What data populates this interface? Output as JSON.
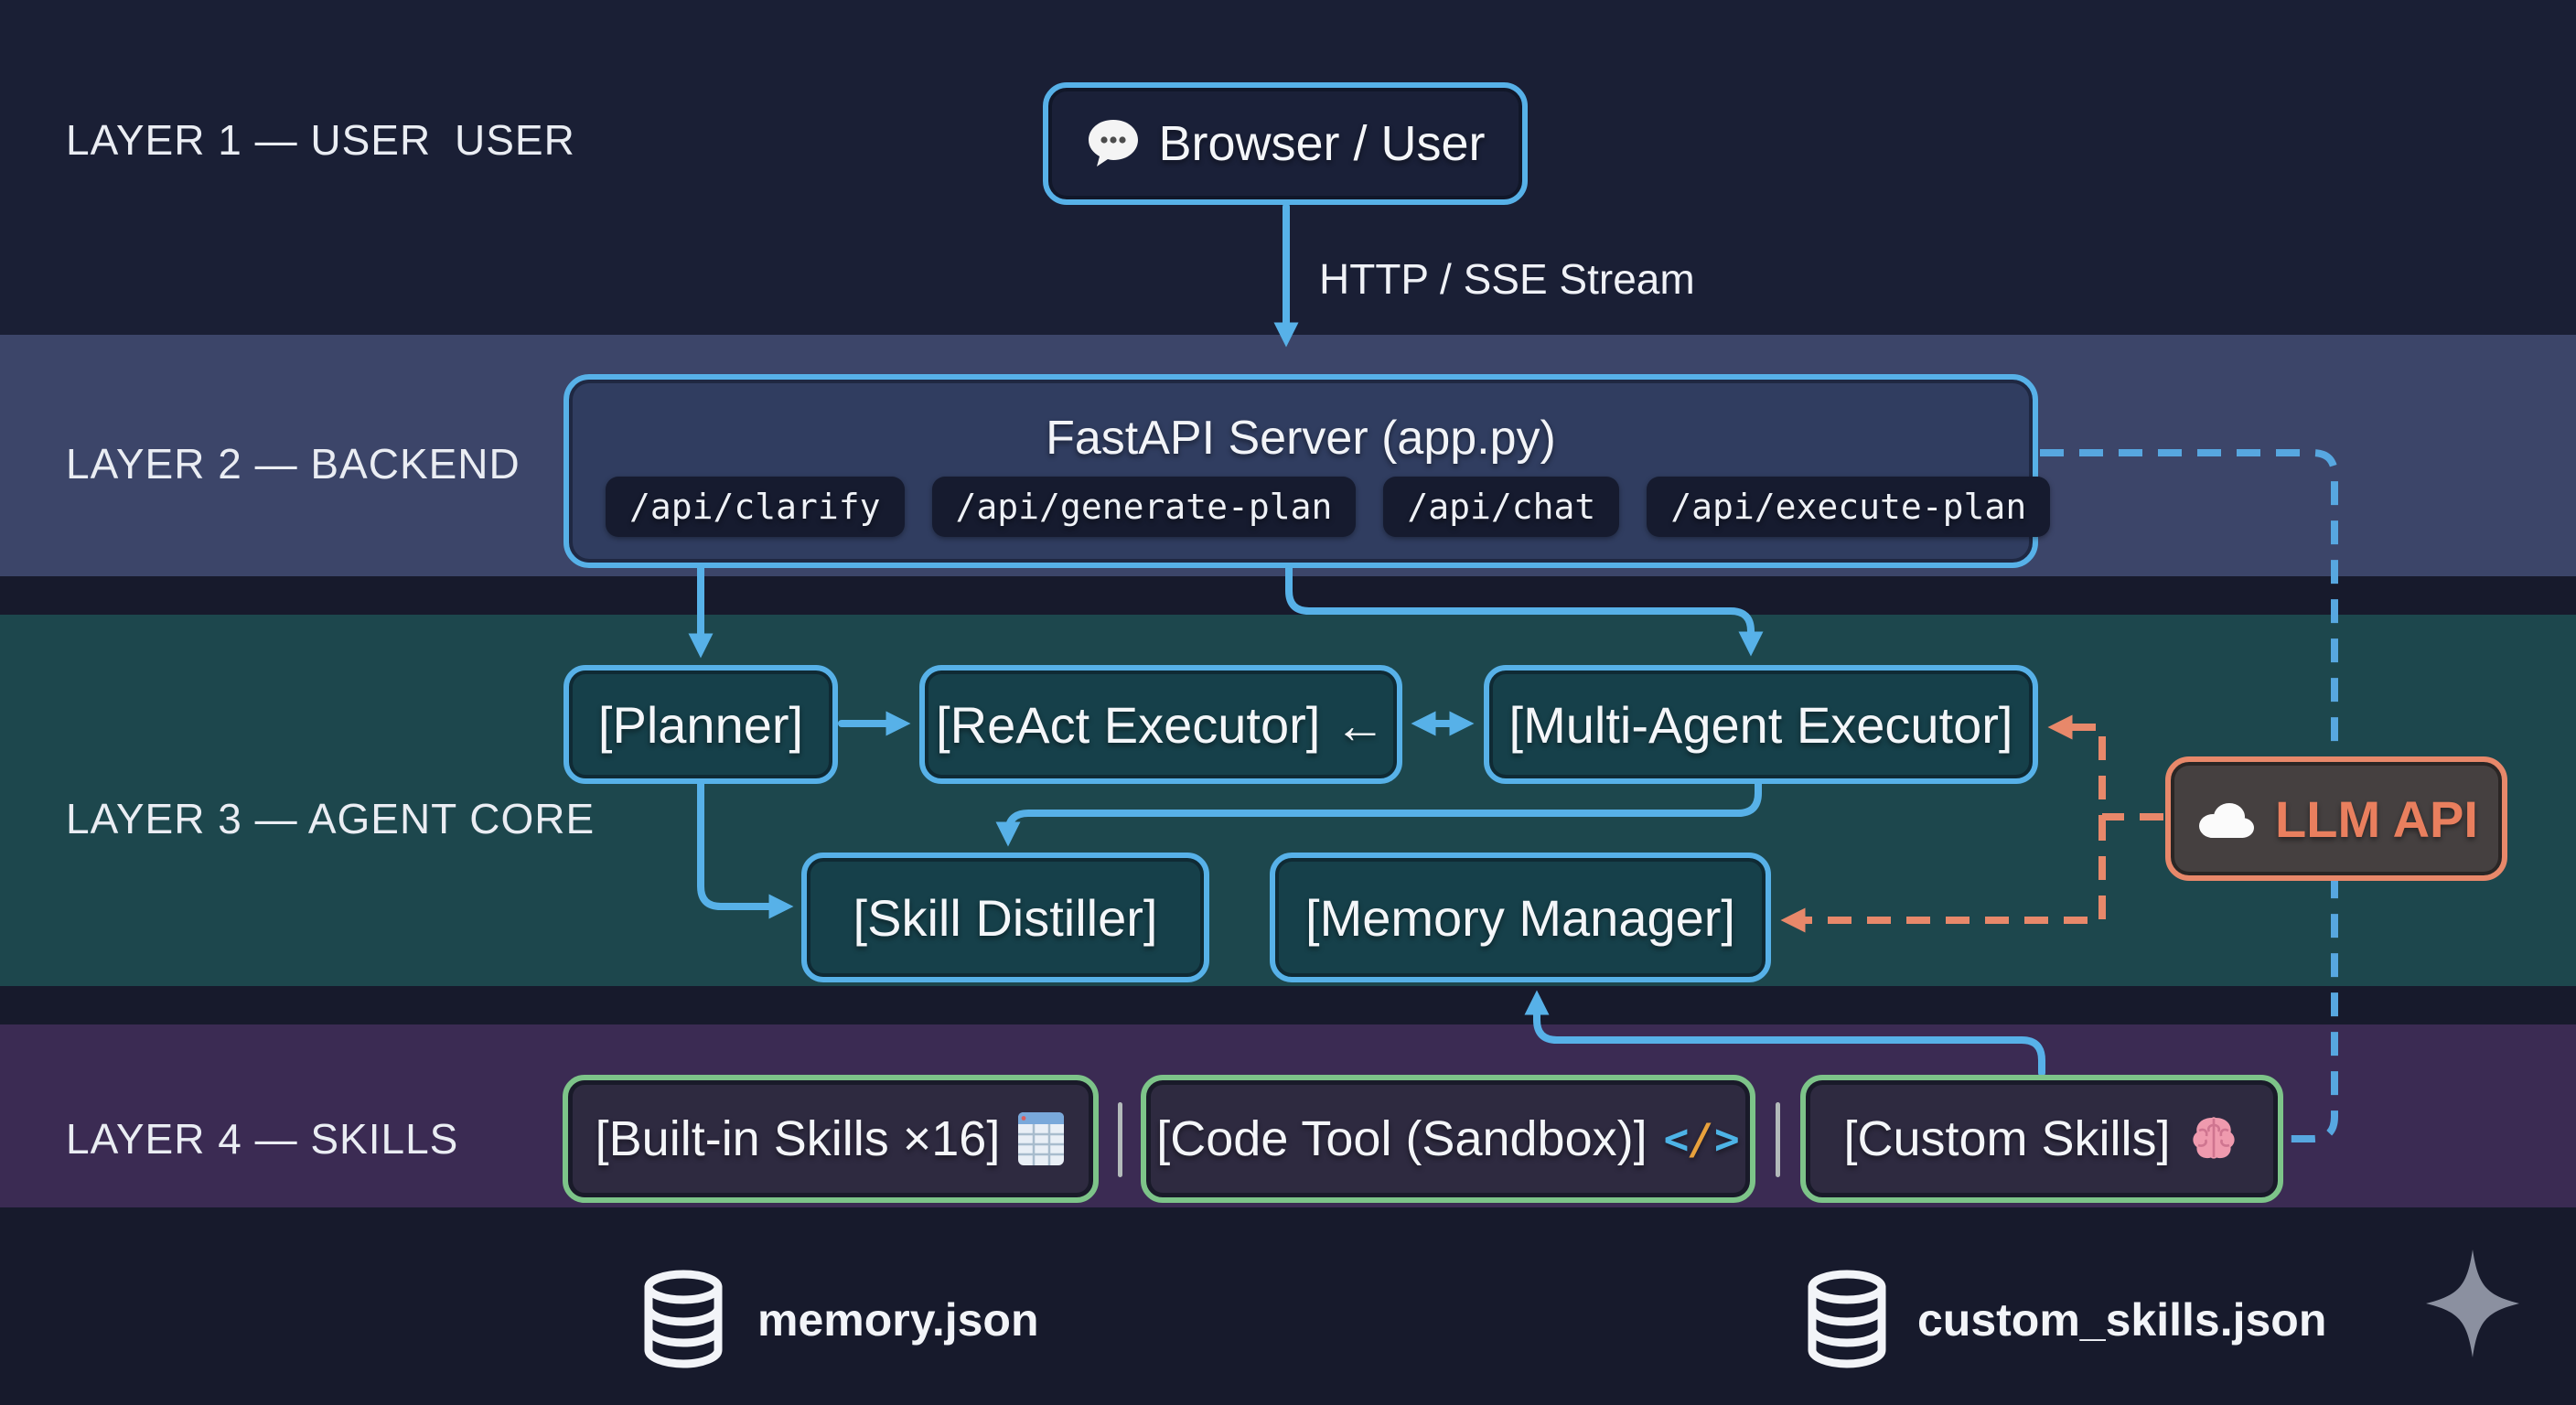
{
  "layers": {
    "l1": {
      "label": "LAYER 1 — USER",
      "extra_label": "USER"
    },
    "l2": {
      "label": "LAYER 2 — BACKEND"
    },
    "l3": {
      "label": "LAYER 3 — AGENT CORE"
    },
    "l4": {
      "label": "LAYER 4 — SKILLS"
    }
  },
  "nodes": {
    "browser": {
      "label": "Browser / User",
      "icon": "speech-bubble"
    },
    "fastapi": {
      "title": "FastAPI Server (app.py)",
      "endpoints": [
        "/api/clarify",
        "/api/generate-plan",
        "/api/chat",
        "/api/execute-plan"
      ]
    },
    "planner": {
      "label": "[Planner]"
    },
    "react": {
      "label": "[ReAct Executor] ←"
    },
    "multi": {
      "label": "[Multi-Agent Executor]"
    },
    "distiller": {
      "label": "[Skill Distiller]"
    },
    "memory": {
      "label": "[Memory Manager]"
    },
    "llm": {
      "label": "LLM API",
      "icon": "cloud"
    },
    "builtin": {
      "label": "[Built-in Skills ×16]",
      "icon": "spreadsheet"
    },
    "codetool": {
      "label": "[Code Tool (Sandbox)]",
      "icon": "code"
    },
    "custom": {
      "label": "[Custom Skills]",
      "icon": "brain"
    }
  },
  "edges": {
    "browser_fastapi_label": "HTTP / SSE Stream"
  },
  "files": {
    "memory": "memory.json",
    "custom_skills": "custom_skills.json"
  },
  "icons": {
    "code_open": "<",
    "code_slash": "/",
    "code_close": ">"
  },
  "colors": {
    "accent_blue": "#57b1e8",
    "accent_orange": "#e8886a",
    "accent_green": "#7dc489",
    "band_user": "#1a1f35",
    "band_backend": "#3c4569",
    "band_agent_core": "#1d474d",
    "band_skills": "#3b2b53",
    "pill_bg": "#161b2f",
    "llm_text": "#e97f5e"
  }
}
